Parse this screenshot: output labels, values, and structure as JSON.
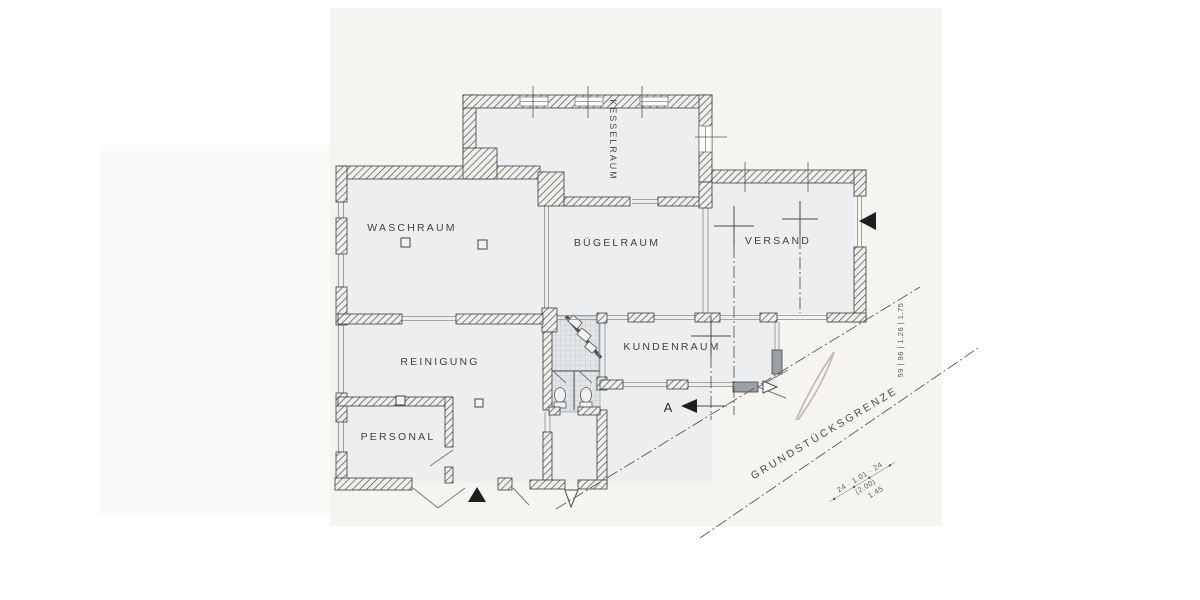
{
  "plan": {
    "rooms": {
      "kesselraum": "KESSELRAUM",
      "waschraum": "WASCHRAUM",
      "buegelraum": "BÜGELRAUM",
      "versand": "VERSAND",
      "kundenraum": "KUNDENRAUM",
      "reinigung": "REINIGUNG",
      "personal": "PERSONAL"
    },
    "annotations": {
      "property_line_label": "GRUNDSTÜCKSGRENZE",
      "section_marker": "A",
      "dim_chain_diagonal_top": "24 · 1.01 · 24",
      "dim_chain_diagonal_mid": "(2.00)",
      "dim_chain_diagonal_bottom": "1.45",
      "dim_chain_right": "59 | 96 | 1.26 | 1.75"
    },
    "colors": {
      "wall": "#3c3c3c",
      "room_fill": "#eceef0",
      "paper": "#f5f4f1",
      "tile_fill": "#e3e6e9",
      "gray_fill": "#9aa0a4",
      "boundary_line": "#5a5a5a",
      "pencil_mark": "#b5ad9d"
    }
  }
}
